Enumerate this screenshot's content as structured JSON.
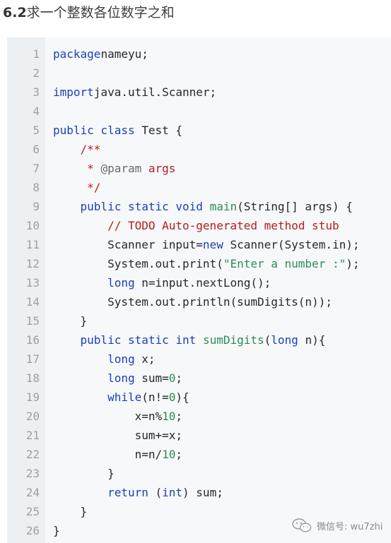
{
  "title": {
    "number": "6.2",
    "text": "求一个整数各位数字之和"
  },
  "code": {
    "lines": [
      {
        "n": "1",
        "segs": [
          [
            "kw",
            "package"
          ],
          [
            "",
            "nameyu;"
          ]
        ]
      },
      {
        "n": "2",
        "segs": []
      },
      {
        "n": "3",
        "segs": [
          [
            "kw",
            "import"
          ],
          [
            "",
            "java.util.Scanner;"
          ]
        ]
      },
      {
        "n": "4",
        "segs": []
      },
      {
        "n": "5",
        "segs": [
          [
            "kw",
            "public class"
          ],
          [
            "",
            " Test {"
          ]
        ]
      },
      {
        "n": "6",
        "segs": [
          [
            "cm",
            "    /**"
          ]
        ]
      },
      {
        "n": "7",
        "segs": [
          [
            "cm",
            "     * "
          ],
          [
            "an",
            "@param"
          ],
          [
            "cm",
            " args"
          ]
        ]
      },
      {
        "n": "8",
        "segs": [
          [
            "cm",
            "     */"
          ]
        ]
      },
      {
        "n": "9",
        "segs": [
          [
            "kw",
            "    public static void"
          ],
          [
            "",
            " "
          ],
          [
            "fn",
            "main"
          ],
          [
            "",
            "(String[] args) {"
          ]
        ]
      },
      {
        "n": "10",
        "segs": [
          [
            "cm",
            "        // TODO Auto-generated method stub"
          ]
        ]
      },
      {
        "n": "11",
        "segs": [
          [
            "",
            "        Scanner input="
          ],
          [
            "kw",
            "new"
          ],
          [
            "",
            " Scanner(System.in);"
          ]
        ]
      },
      {
        "n": "12",
        "segs": [
          [
            "",
            "        System.out.print("
          ],
          [
            "str",
            "\"Enter a number :\""
          ],
          [
            "",
            ");"
          ]
        ]
      },
      {
        "n": "13",
        "segs": [
          [
            "kw",
            "        long"
          ],
          [
            "",
            " n=input.nextLong();"
          ]
        ]
      },
      {
        "n": "14",
        "segs": [
          [
            "",
            "        System.out.println(sumDigits(n));"
          ]
        ]
      },
      {
        "n": "15",
        "segs": [
          [
            "",
            "    }"
          ]
        ]
      },
      {
        "n": "16",
        "segs": [
          [
            "kw",
            "    public static int"
          ],
          [
            "",
            " "
          ],
          [
            "fn",
            "sumDigits"
          ],
          [
            "",
            "("
          ],
          [
            "kw",
            "long"
          ],
          [
            "",
            " n){"
          ]
        ]
      },
      {
        "n": "17",
        "segs": [
          [
            "kw",
            "        long"
          ],
          [
            "",
            " x;"
          ]
        ]
      },
      {
        "n": "18",
        "segs": [
          [
            "kw",
            "        long"
          ],
          [
            "",
            " sum="
          ],
          [
            "nm",
            "0"
          ],
          [
            "",
            ";"
          ]
        ]
      },
      {
        "n": "19",
        "segs": [
          [
            "kw",
            "        while"
          ],
          [
            "",
            "(n!="
          ],
          [
            "nm",
            "0"
          ],
          [
            "",
            "){"
          ]
        ]
      },
      {
        "n": "20",
        "segs": [
          [
            "",
            "            x=n%"
          ],
          [
            "nm",
            "10"
          ],
          [
            "",
            ";"
          ]
        ]
      },
      {
        "n": "21",
        "segs": [
          [
            "",
            "            sum+=x;"
          ]
        ]
      },
      {
        "n": "22",
        "segs": [
          [
            "",
            "            n=n/"
          ],
          [
            "nm",
            "10"
          ],
          [
            "",
            ";"
          ]
        ]
      },
      {
        "n": "23",
        "segs": [
          [
            "",
            "        }"
          ]
        ]
      },
      {
        "n": "24",
        "segs": [
          [
            "kw",
            "        return"
          ],
          [
            "",
            " ("
          ],
          [
            "kw",
            "int"
          ],
          [
            "",
            ") sum;"
          ]
        ]
      },
      {
        "n": "25",
        "segs": [
          [
            "",
            "    }"
          ]
        ]
      },
      {
        "n": "26",
        "segs": [
          [
            "",
            "}"
          ]
        ]
      }
    ]
  },
  "watermark": {
    "icon": "wechat-icon",
    "text": "微信号: wu7zhi"
  },
  "colors": {
    "keyword": "#1c3fb8",
    "comment": "#b51d1d",
    "string": "#2e8b57",
    "background": "#f6f8fa"
  }
}
